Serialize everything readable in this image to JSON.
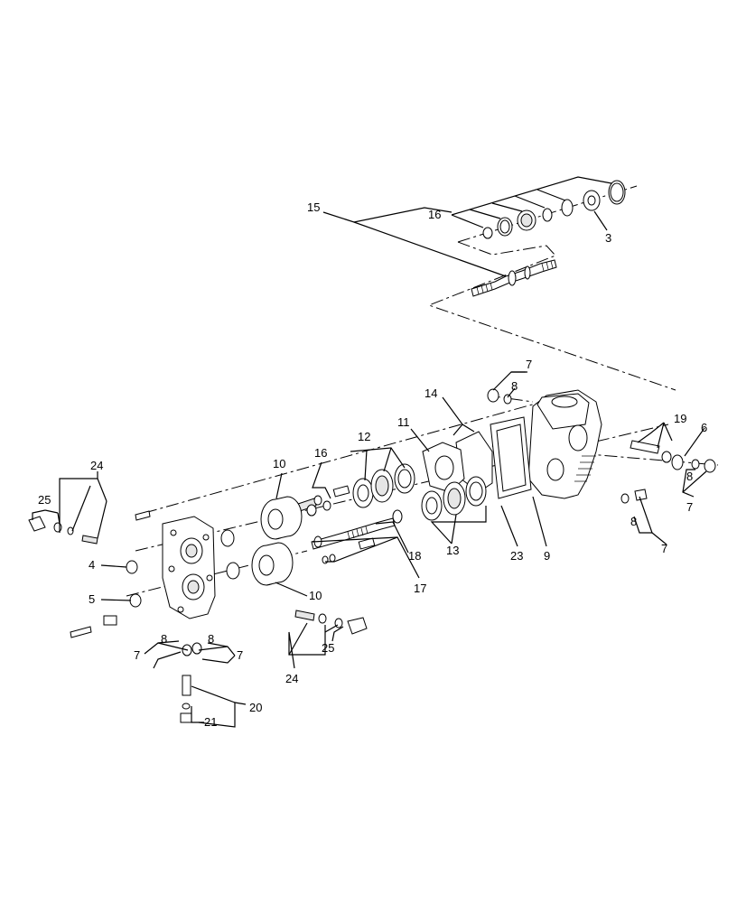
{
  "callouts": [
    "15",
    "16",
    "3",
    "7",
    "8",
    "14",
    "11",
    "12",
    "16",
    "10",
    "19",
    "6",
    "8",
    "7",
    "24",
    "25",
    "4",
    "5",
    "10",
    "13",
    "23",
    "9",
    "8",
    "7",
    "18",
    "17",
    "25",
    "24",
    "8",
    "7",
    "8",
    "7",
    "20",
    "21"
  ]
}
